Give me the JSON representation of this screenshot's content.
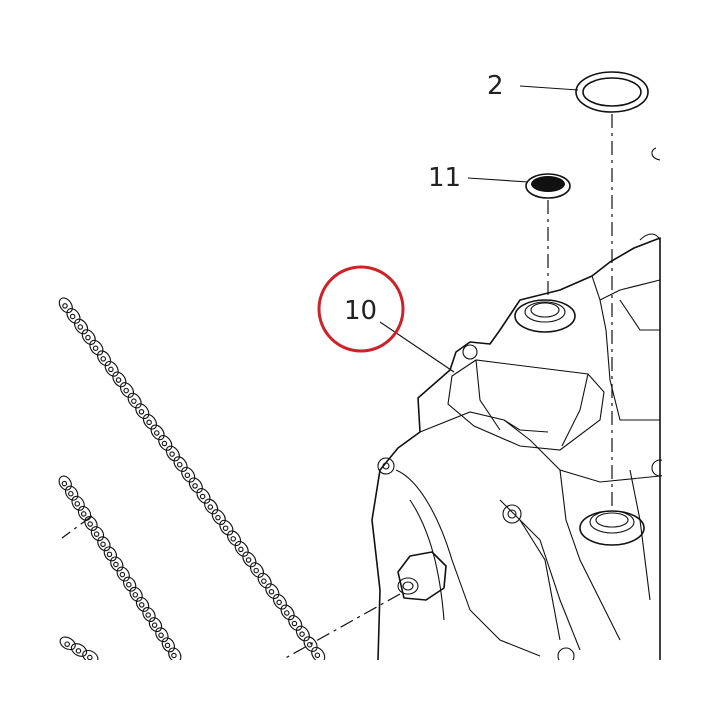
{
  "callouts": [
    {
      "id": "2",
      "label": "2"
    },
    {
      "id": "11",
      "label": "11"
    },
    {
      "id": "10",
      "label": "10"
    }
  ],
  "highlight": {
    "target": "10",
    "color": "#cc2229"
  },
  "parts": [
    {
      "callout": "2",
      "part": "o-ring-seal"
    },
    {
      "callout": "11",
      "part": "sealing-plug"
    },
    {
      "callout": "10",
      "part": "cylinder-head-cover"
    }
  ]
}
